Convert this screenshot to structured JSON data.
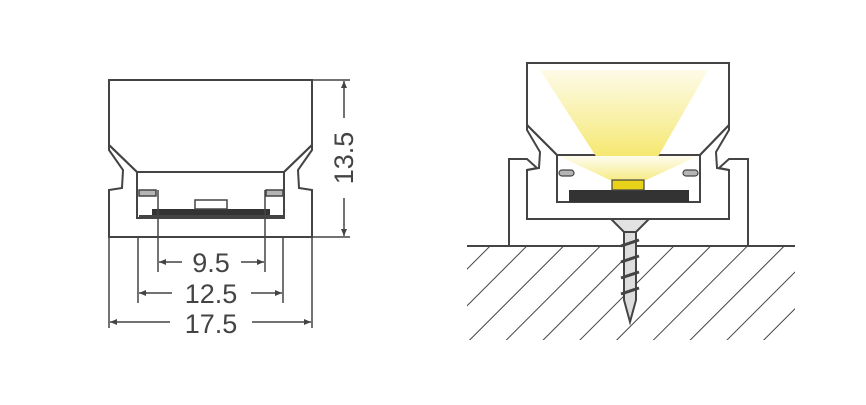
{
  "dimensions": {
    "inner_width": "9.5",
    "channel_width": "12.5",
    "overall_width": "17.5",
    "overall_height": "13.5"
  },
  "colors": {
    "profile_gray": "#9a9a9a",
    "base_light_gray": "#e2e2e2",
    "led_yellow": "#e8d21a",
    "light_cone": "#f6ec9a",
    "line": "#444444"
  }
}
